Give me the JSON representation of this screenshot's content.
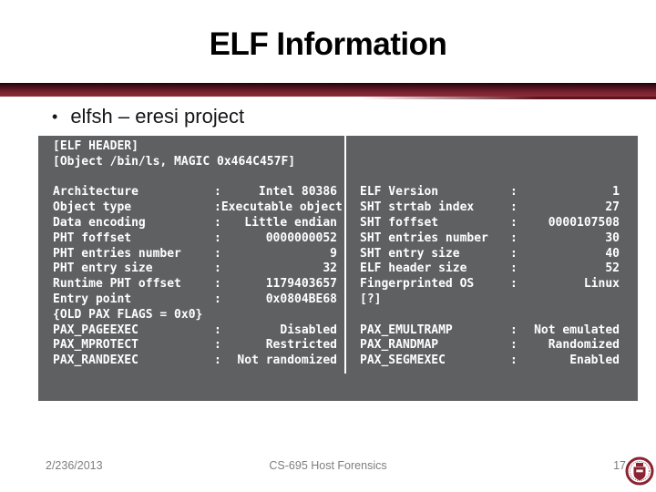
{
  "slide": {
    "title": "ELF Information",
    "bullet_marker": "•",
    "bullet": "elfsh – eresi project"
  },
  "terminal": {
    "colon": ":",
    "header_lines": [
      "[ELF HEADER]",
      "[Object /bin/ls, MAGIC 0x464C457F]"
    ],
    "left_rows": [
      {
        "label": "Architecture",
        "value": "Intel 80386"
      },
      {
        "label": "Object type",
        "value": "Executable object"
      },
      {
        "label": "Data encoding",
        "value": "Little endian"
      },
      {
        "label": "PHT foffset",
        "value": "0000000052"
      },
      {
        "label": "PHT entries number",
        "value": "9"
      },
      {
        "label": "PHT entry size",
        "value": "32"
      },
      {
        "label": "Runtime PHT offset",
        "value": "1179403657"
      },
      {
        "label": "Entry point",
        "value": "0x0804BE68"
      },
      {
        "label": "{OLD PAX FLAGS = 0x0}"
      },
      {
        "label": "PAX_PAGEEXEC",
        "value": "Disabled"
      },
      {
        "label": "PAX_MPROTECT",
        "value": "Restricted"
      },
      {
        "label": "PAX_RANDEXEC",
        "value": "Not randomized"
      }
    ],
    "right_rows": [
      {
        "label": "ELF Version",
        "value": "1"
      },
      {
        "label": "SHT strtab index",
        "value": "27"
      },
      {
        "label": "SHT foffset",
        "value": "0000107508"
      },
      {
        "label": "SHT entries number",
        "value": "30"
      },
      {
        "label": "SHT entry size",
        "value": "40"
      },
      {
        "label": "ELF header size",
        "value": "52"
      },
      {
        "label": "Fingerprinted OS",
        "value": "Linux"
      },
      {
        "label": "[?]"
      },
      {
        "label": ""
      },
      {
        "label": "PAX_EMULTRAMP",
        "value": "Not emulated"
      },
      {
        "label": "PAX_RANDMAP",
        "value": "Randomized"
      },
      {
        "label": "PAX_SEGMEXEC",
        "value": "Enabled"
      }
    ]
  },
  "footer": {
    "date": "2/236/2013",
    "course": "CS-695 Host Forensics",
    "page": "17"
  },
  "colors": {
    "band_dark": "#1d0509",
    "band_main": "#8e2d3b",
    "terminal_bg": "#5f6062",
    "terminal_text": "#ffffff",
    "footer_text": "#7e7e7e",
    "logo_maroon": "#8a2432"
  },
  "icons": {
    "logo": "university-seal"
  }
}
